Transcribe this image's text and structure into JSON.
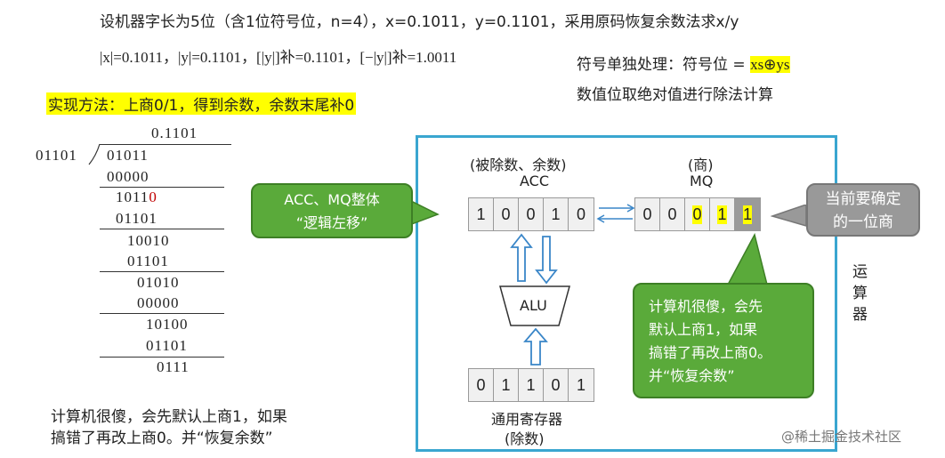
{
  "header": {
    "line1": "设机器字长为5位（含1位符号位，n=4），x=0.1011，y=0.1101，采用原码恢复余数法求x/y",
    "abs_values": "|x|=0.1011，|y|=0.1101，[|y|]补=0.1101，[−|y|]补=1.0011"
  },
  "sign_note": {
    "prefix": "符号单独处理：符号位 = ",
    "formula": "xs⊕ys",
    "line2": "数值位取绝对值进行除法计算"
  },
  "method": "实现方法：上商0/1，得到余数，余数末尾补0",
  "division": {
    "quotient": "0.1101",
    "divisor": "01101",
    "rows": [
      "01011",
      "00000",
      "1011",
      "0",
      "01101",
      "10010",
      "01101",
      "01010",
      "00000",
      "10100",
      "01101",
      "0111"
    ]
  },
  "footnote": {
    "line1": "计算机很傻，会先默认上商1，如果",
    "line2": "搞错了再改上商0。并“恢复余数”"
  },
  "diagram": {
    "acc_caption": "(被除数、余数)",
    "acc_label": "ACC",
    "acc_bits": [
      "1",
      "0",
      "0",
      "1",
      "0"
    ],
    "mq_caption": "(商)",
    "mq_label": "MQ",
    "mq_bits": [
      "0",
      "0",
      "0",
      "1",
      "1"
    ],
    "alu_label": "ALU",
    "gr_bits": [
      "0",
      "1",
      "1",
      "0",
      "1"
    ],
    "gr_label": "通用寄存器",
    "gr_sub": "(除数)",
    "side_label": [
      "运",
      "算",
      "器"
    ]
  },
  "callouts": {
    "shift_line1": "ACC、MQ整体",
    "shift_line2": "“逻辑左移”",
    "current_line1": "当前要确定",
    "current_line2": "的一位商",
    "computer_line1": "计算机很傻，会先",
    "computer_line2": "默认上商1，如果",
    "computer_line3": "搞错了再改上商0。",
    "computer_line4": "并“恢复余数”"
  },
  "watermark": "@稀土掘金技术社区",
  "colors": {
    "green": "#5aaa3a",
    "frame": "#3aa6d0",
    "highlight": "#ffff00",
    "gray": "#999999"
  }
}
